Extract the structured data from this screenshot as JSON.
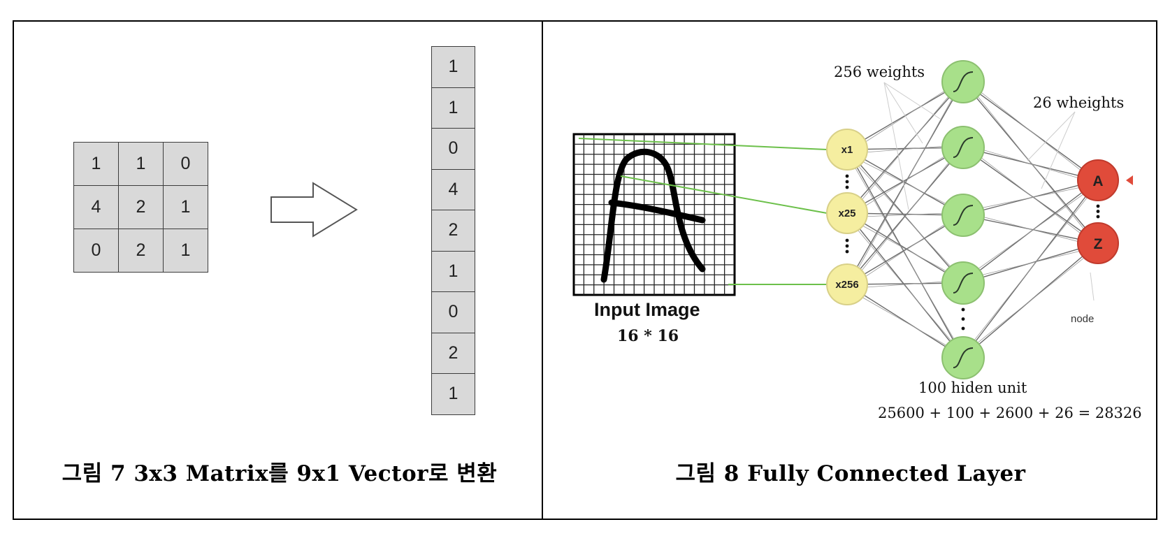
{
  "left_panel": {
    "caption": "그림 7 3x3 Matrix를 9x1 Vector로 변환",
    "matrix": [
      [
        "1",
        "1",
        "0"
      ],
      [
        "4",
        "2",
        "1"
      ],
      [
        "0",
        "2",
        "1"
      ]
    ],
    "vector": [
      "1",
      "1",
      "0",
      "4",
      "2",
      "1",
      "0",
      "2",
      "1"
    ],
    "arrow_icon": "right-arrow-outline-icon"
  },
  "right_panel": {
    "caption": "그림 8 Fully Connected Layer",
    "input_image": {
      "title": "Input Image",
      "size": "16 * 16",
      "letter_icon": "handwritten-A-icon"
    },
    "input_nodes": [
      "x1",
      "x25",
      "x256"
    ],
    "output_nodes": [
      "A",
      "Z"
    ],
    "labels": {
      "weights_in": "256 weights",
      "weights_out": "26 wheights",
      "hidden": "100 hiden unit",
      "formula": "25600  + 100  + 2600 + 26 = 28326",
      "node": "node"
    },
    "colors": {
      "input_node": "#f5eea0",
      "hidden_node": "#a8e08a",
      "output_node": "#e04b3a",
      "connector": "#6cc04a"
    }
  }
}
